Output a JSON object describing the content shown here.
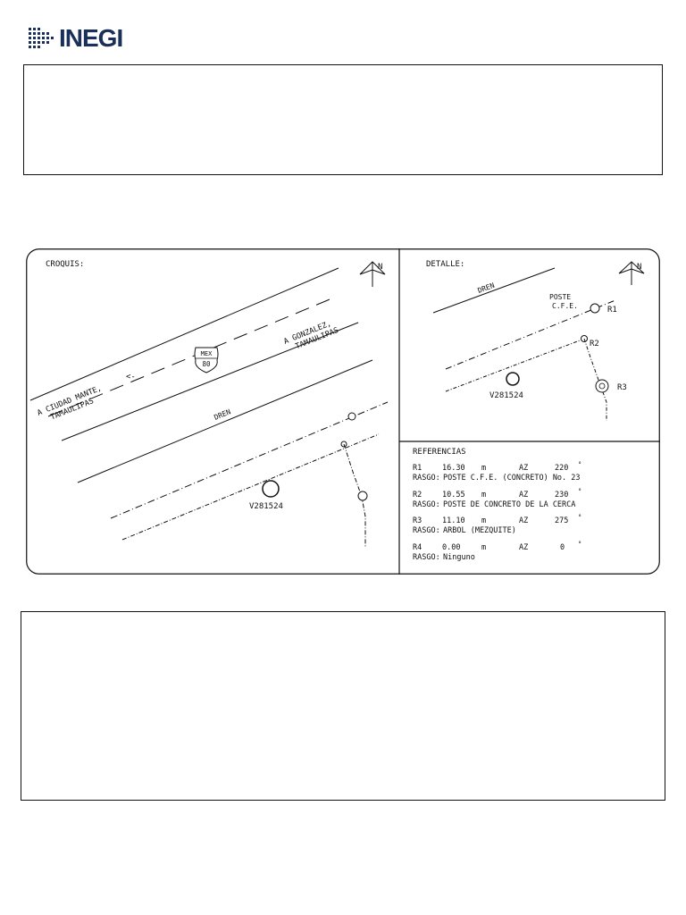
{
  "header": {
    "logo_text": "INEGI",
    "brand_color": "#1a2f5a"
  },
  "croquis": {
    "title": "CROQUIS:",
    "north": "N",
    "road_left_1": "A CIUDAD MANTE,",
    "road_left_2": "TAMAULIPAS",
    "road_right_1": "A GONZALEZ,",
    "road_right_2": "TAMAULIPAS",
    "shield_top": "MEX",
    "shield_num": "80",
    "dren": "DREN",
    "vertex": "V281524"
  },
  "detalle": {
    "title": "DETALLE:",
    "north": "N",
    "dren": "DREN",
    "poste_1": "POSTE",
    "poste_2": "C.F.E.",
    "r1": "R1",
    "r2": "R2",
    "r3": "R3",
    "vertex": "V281524"
  },
  "referencias": {
    "title": "REFERENCIAS",
    "items": [
      {
        "id": "R1",
        "dist": "16.30",
        "unit": "m",
        "az_label": "AZ",
        "az": "220",
        "deg": "°",
        "rasgo_label": "RASGO:",
        "rasgo": "POSTE C.F.E. (CONCRETO) No. 23"
      },
      {
        "id": "R2",
        "dist": "10.55",
        "unit": "m",
        "az_label": "AZ",
        "az": "230",
        "deg": "°",
        "rasgo_label": "RASGO:",
        "rasgo": "POSTE DE CONCRETO DE LA CERCA"
      },
      {
        "id": "R3",
        "dist": "11.10",
        "unit": "m",
        "az_label": "AZ",
        "az": "275",
        "deg": "°",
        "rasgo_label": "RASGO:",
        "rasgo": "ARBOL (MEZQUITE)"
      },
      {
        "id": "R4",
        "dist": "0.00",
        "unit": "m",
        "az_label": "AZ",
        "az": "0",
        "deg": "°",
        "rasgo_label": "RASGO:",
        "rasgo": "Ninguno"
      }
    ]
  }
}
